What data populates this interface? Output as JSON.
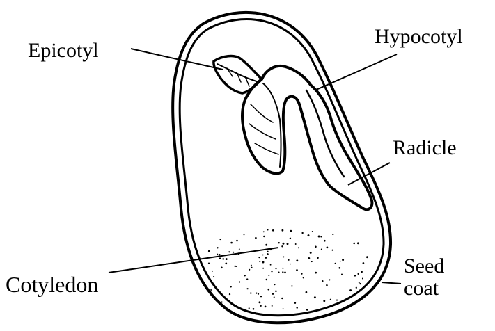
{
  "diagram": {
    "labels": {
      "epicotyl": "Epicotyl",
      "hypocotyl": "Hypocotyl",
      "radicle": "Radicle",
      "cotyledon": "Cotyledon",
      "seed_coat_line1": "Seed",
      "seed_coat_line2": "coat"
    },
    "colors": {
      "ink": "#000000",
      "background": "#ffffff"
    }
  }
}
